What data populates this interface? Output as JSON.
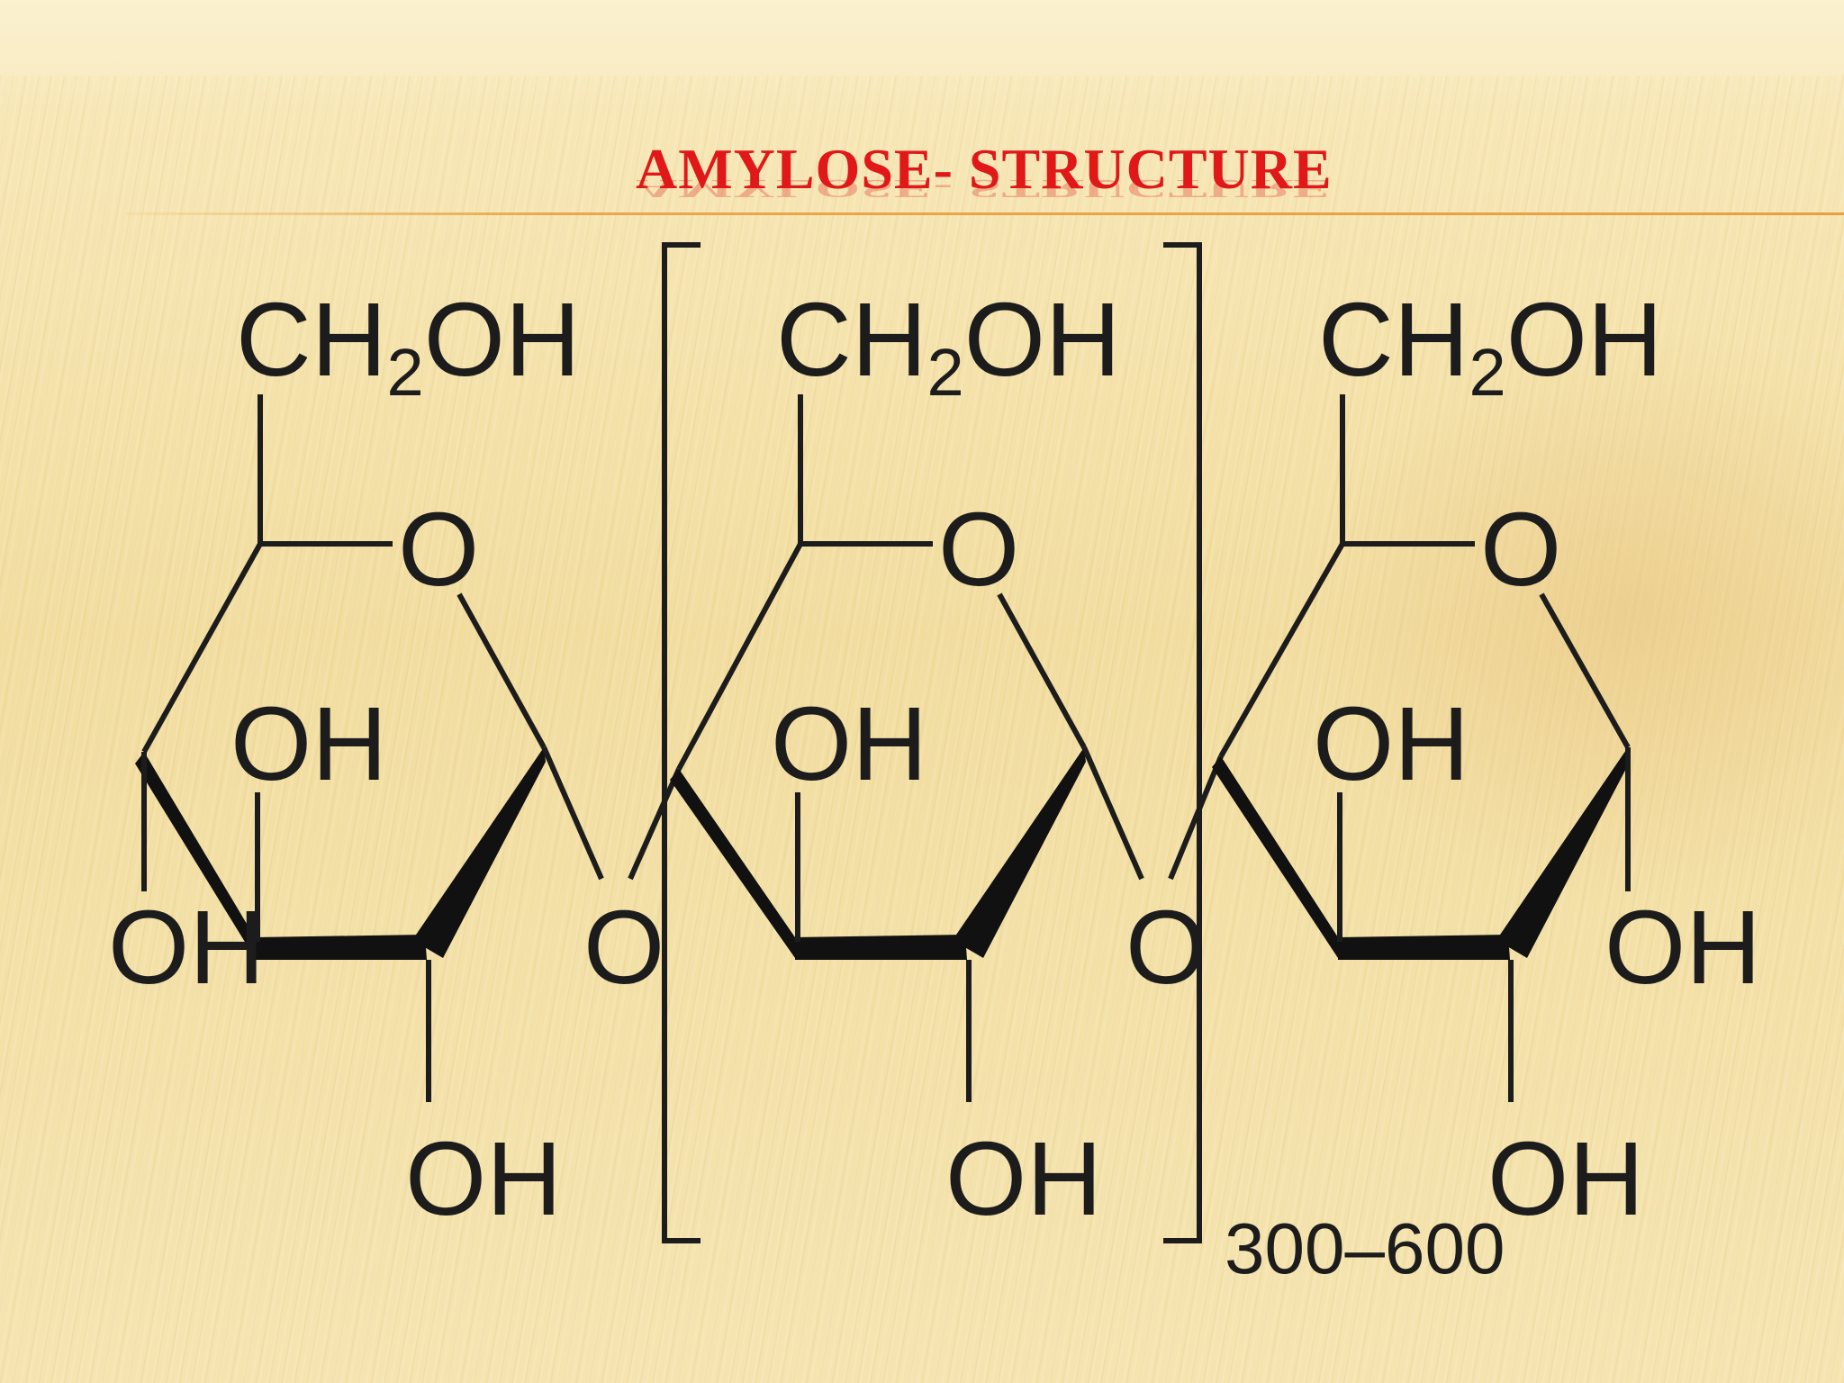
{
  "slide": {
    "title": "AMYLOSE- STRUCTURE"
  },
  "structure": {
    "units": [
      {
        "ch2": "CH",
        "ch2_subscript": "2",
        "ch2_oh": "OH",
        "ring_oxygen": "O",
        "hydroxyl_c3": "OH",
        "hydroxyl_c4": "OH",
        "hydroxyl_c2": "OH"
      },
      {
        "ch2": "CH",
        "ch2_subscript": "2",
        "ch2_oh": "OH",
        "ring_oxygen": "O",
        "hydroxyl_c3": "OH",
        "hydroxyl_c2": "OH"
      },
      {
        "ch2": "CH",
        "ch2_subscript": "2",
        "ch2_oh": "OH",
        "ring_oxygen": "O",
        "hydroxyl_c3": "OH",
        "hydroxyl_c2": "OH",
        "hydroxyl_c1": "OH"
      }
    ],
    "glycosidic_oxygens": [
      "O",
      "O"
    ],
    "repeat_count": "300–600"
  },
  "colors": {
    "title": "#e01818",
    "ink": "#1c1c1c",
    "rule": "#e8a040"
  }
}
